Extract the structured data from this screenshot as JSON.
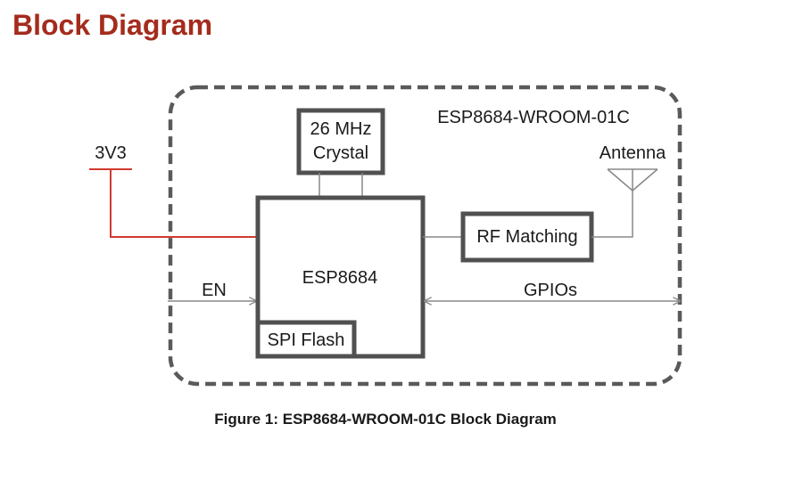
{
  "page": {
    "heading": "Block Diagram"
  },
  "diagram": {
    "module_name": "ESP8684-WROOM-01C",
    "crystal": {
      "line1": "26 MHz",
      "line2": "Crystal"
    },
    "chip": "ESP8684",
    "flash": "SPI Flash",
    "rf_matching": "RF Matching",
    "antenna": "Antenna",
    "power": "3V3",
    "enable": "EN",
    "gpios": "GPIOs"
  },
  "caption": "Figure 1: ESP8684-WROOM-01C Block Diagram",
  "colors": {
    "heading": "#a42c1d",
    "power_line": "#d23a30",
    "box": "#505050",
    "dashed": "#5a5a5a",
    "line": "#888888"
  }
}
